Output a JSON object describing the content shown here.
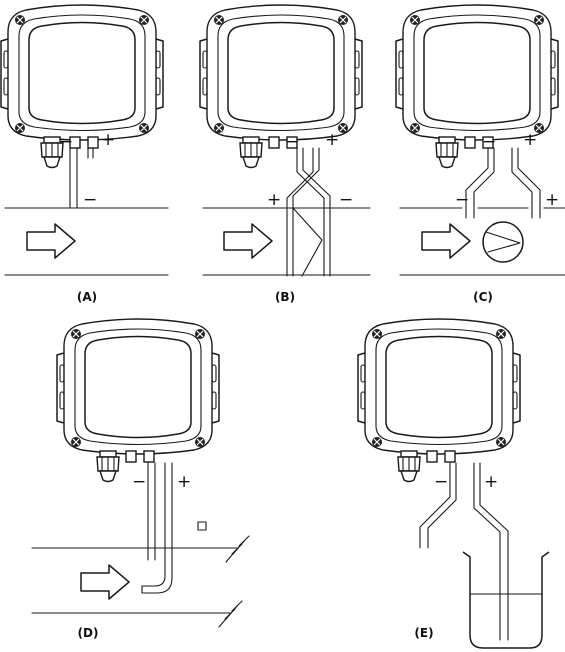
{
  "captions": {
    "a": "(A)",
    "b": "(B)",
    "c": "(C)",
    "d": "(D)",
    "e": "(E)"
  },
  "signs": {
    "minus": "−",
    "plus": "+"
  }
}
